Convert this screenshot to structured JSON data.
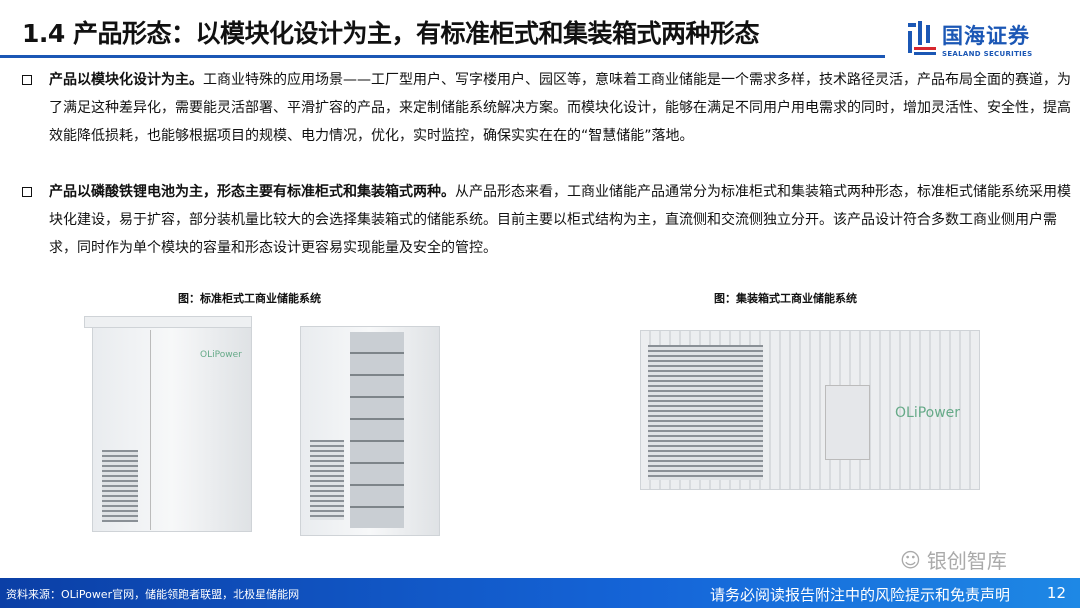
{
  "header": {
    "title": "1.4 产品形态：以模块化设计为主，有标准柜式和集装箱式两种形态",
    "logo": {
      "cn": "国海证券",
      "en": "SEALAND SECURITIES",
      "color": "#1b57b5"
    }
  },
  "bullets": [
    {
      "bold": "产品以模块化设计为主。",
      "text": "工商业特殊的应用场景——工厂型用户、写字楼用户、园区等，意味着工商业储能是一个需求多样，技术路径灵活，产品布局全面的赛道，为了满足这种差异化，需要能灵活部署、平滑扩容的产品，来定制储能系统解决方案。而模块化设计，能够在满足不同用户用电需求的同时，增加灵活性、安全性，提高效能降低损耗，也能够根据项目的规模、电力情况，优化，实时监控，确保实实在在的“智慧储能”落地。"
    },
    {
      "bold": "产品以磷酸铁锂电池为主，形态主要有标准柜式和集装箱式两种。",
      "text": "从产品形态来看，工商业储能产品通常分为标准柜式和集装箱式两种形态，标准柜式储能系统采用模块化建设，易于扩容，部分装机量比较大的会选择集装箱式的储能系统。目前主要以柜式结构为主，直流侧和交流侧独立分开。该产品设计符合多数工商业侧用户需求，同时作为单个模块的容量和形态设计更容易实现能量及安全的管控。"
    }
  ],
  "figures": [
    {
      "caption": "图：标准柜式工商业储能系统",
      "brand": "OLiPower"
    },
    {
      "caption": "图：集装箱式工商业储能系统",
      "brand": "OLiPower"
    }
  ],
  "watermark": "银创智库",
  "footer": {
    "source": "资料来源：OLiPower官网，储能领跑者联盟，北极星储能网",
    "disclaimer": "请务必阅读报告附注中的风险提示和免责声明",
    "page": "12"
  }
}
